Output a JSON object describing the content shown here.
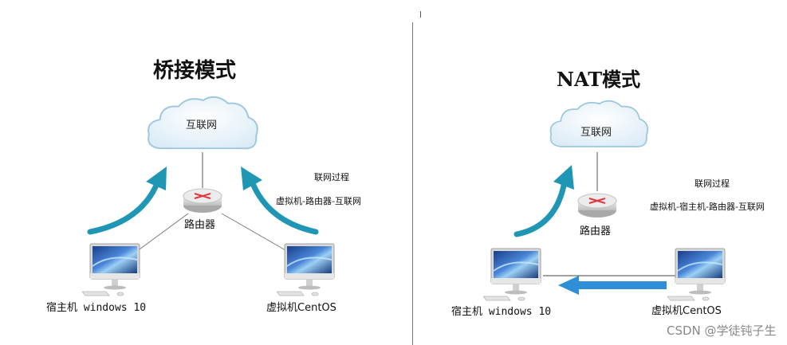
{
  "left": {
    "title": "桥接模式",
    "cloud_label": "互联网",
    "router_label": "路由器",
    "host_label": "宿主机 windows 10",
    "vm_label": "虚拟机CentOS",
    "process_title": "联网过程",
    "process_path": "虚拟机-路由器-互联网"
  },
  "right": {
    "title": "NAT模式",
    "cloud_label": "互联网",
    "router_label": "路由器",
    "host_label": "宿主机 windows 10",
    "vm_label": "虚拟机CentOS",
    "process_title": "联网过程",
    "process_path": "虚拟机-宿主机-路由器-互联网"
  },
  "watermark": "CSDN @学徒钝子生",
  "colors": {
    "arrow_teal": "#1f97b4",
    "arrow_blue": "#2e8fd6",
    "cloud_fill": "#e9f4fb",
    "cloud_stroke": "#9cc7de",
    "router_x": "#e2363d"
  }
}
